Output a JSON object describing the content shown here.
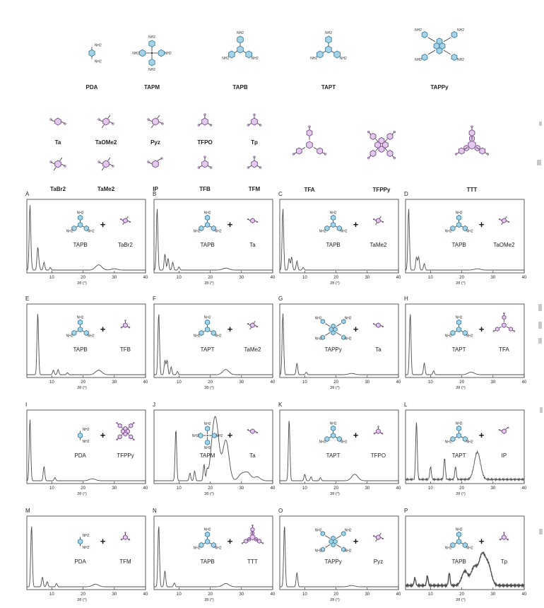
{
  "amines": [
    {
      "name": "PDA",
      "arms": 1
    },
    {
      "name": "TAPM",
      "arms": 4
    },
    {
      "name": "TAPB",
      "arms": 3
    },
    {
      "name": "TAPT",
      "arms": 3
    },
    {
      "name": "TAPPy",
      "arms": 4
    }
  ],
  "amine_group": "NH2",
  "aldehydes_row1": [
    "Ta",
    "TaOMe2",
    "Pyz",
    "TFPO",
    "Tp"
  ],
  "aldehydes_row2": [
    "TaBr2",
    "TaMe2",
    "IP",
    "TFB",
    "TFM"
  ],
  "aldehydes_large": [
    "TFA",
    "TFPPy",
    "TTT"
  ],
  "colors": {
    "ring_fill": "#a6d4e6",
    "ring_stroke": "#3b7fa0",
    "aldehyde_fill": "#e3c9ec",
    "aldehyde_stroke": "#7a4a8c",
    "trace": "#4d4d4d",
    "axis": "#333333"
  },
  "axis": {
    "xlabel": "2θ (°)",
    "ticks": [
      "10",
      "20",
      "30",
      "40"
    ],
    "xlim": [
      2,
      40
    ]
  },
  "plus_sign": "+",
  "panels": [
    {
      "letter": "A",
      "amine": "TAPB",
      "aldehyde": "TaBr2"
    },
    {
      "letter": "B",
      "amine": "TAPB",
      "aldehyde": "Ta"
    },
    {
      "letter": "C",
      "amine": "TAPB",
      "aldehyde": "TaMe2"
    },
    {
      "letter": "D",
      "amine": "TAPB",
      "aldehyde": "TaOMe2"
    },
    {
      "letter": "E",
      "amine": "TAPB",
      "aldehyde": "TFB"
    },
    {
      "letter": "F",
      "amine": "TAPT",
      "aldehyde": "TaMe2"
    },
    {
      "letter": "G",
      "amine": "TAPPy",
      "aldehyde": "Ta"
    },
    {
      "letter": "H",
      "amine": "TAPT",
      "aldehyde": "TFA"
    },
    {
      "letter": "I",
      "amine": "PDA",
      "aldehyde": "TFPPy"
    },
    {
      "letter": "J",
      "amine": "TAPM",
      "aldehyde": "Ta"
    },
    {
      "letter": "K",
      "amine": "TAPT",
      "aldehyde": "TFPO"
    },
    {
      "letter": "L",
      "amine": "TAPT",
      "aldehyde": "IP"
    },
    {
      "letter": "M",
      "amine": "PDA",
      "aldehyde": "TFM"
    },
    {
      "letter": "N",
      "amine": "TAPB",
      "aldehyde": "TTT"
    },
    {
      "letter": "O",
      "amine": "TAPPy",
      "aldehyde": "Pyz"
    },
    {
      "letter": "P",
      "amine": "TAPB",
      "aldehyde": "Tp"
    }
  ],
  "chart_data": [
    {
      "panel": "A",
      "type": "line",
      "x": [
        3.0,
        3.5,
        5.5,
        6.0,
        7.5,
        9.5,
        25.0,
        30.0
      ],
      "y": [
        1.0,
        0.05,
        0.35,
        0.05,
        0.12,
        0.04,
        0.08,
        0.02
      ],
      "xlim": [
        2,
        40
      ],
      "xlabel": "2θ (°)"
    },
    {
      "panel": "B",
      "type": "line",
      "x": [
        3.0,
        5.5,
        6.5,
        8.0,
        10.0,
        25.0
      ],
      "y": [
        0.95,
        0.25,
        0.18,
        0.12,
        0.05,
        0.03
      ],
      "xlim": [
        2,
        40
      ],
      "xlabel": "2θ (°)"
    },
    {
      "panel": "C",
      "type": "line",
      "x": [
        3.0,
        5.0,
        5.8,
        7.5,
        9.5
      ],
      "y": [
        0.95,
        0.18,
        0.2,
        0.14,
        0.04
      ],
      "xlim": [
        2,
        40
      ],
      "xlabel": "2θ (°)"
    },
    {
      "panel": "D",
      "type": "line",
      "x": [
        3.0,
        5.5,
        6.2,
        8.0,
        25.0
      ],
      "y": [
        0.95,
        0.2,
        0.2,
        0.1,
        0.02
      ],
      "xlim": [
        2,
        40
      ],
      "xlabel": "2θ (°)"
    },
    {
      "panel": "E",
      "type": "line",
      "x": [
        5.5,
        10.5,
        12.0,
        15.0,
        25.0
      ],
      "y": [
        0.95,
        0.07,
        0.08,
        0.03,
        0.07
      ],
      "xlim": [
        2,
        40
      ],
      "xlabel": "2θ (°)"
    },
    {
      "panel": "F",
      "type": "line",
      "x": [
        3.5,
        5.5,
        6.2,
        7.5,
        9.5,
        25.0
      ],
      "y": [
        0.95,
        0.22,
        0.22,
        0.12,
        0.05,
        0.08
      ],
      "xlim": [
        2,
        40
      ],
      "xlabel": "2θ (°)"
    },
    {
      "panel": "G",
      "type": "line",
      "x": [
        3.0,
        7.5,
        10.5,
        25.0
      ],
      "y": [
        0.95,
        0.18,
        0.04,
        0.02
      ],
      "xlim": [
        2,
        40
      ],
      "xlabel": "2θ (°)"
    },
    {
      "panel": "H",
      "type": "line",
      "x": [
        3.5,
        8.0,
        11.0,
        23.0
      ],
      "y": [
        0.95,
        0.18,
        0.06,
        0.04
      ],
      "xlim": [
        2,
        40
      ],
      "xlabel": "2θ (°)"
    },
    {
      "panel": "I",
      "type": "line",
      "x": [
        3.0,
        7.5,
        11.0,
        23.0
      ],
      "y": [
        0.95,
        0.22,
        0.05,
        0.03
      ],
      "xlim": [
        2,
        40
      ],
      "xlabel": "2θ (°)"
    },
    {
      "panel": "J",
      "type": "line",
      "x": [
        9.0,
        13.5,
        15.0,
        18.0,
        19.0,
        21.0,
        22.0,
        25.0,
        30.0,
        32.0,
        35.0
      ],
      "y": [
        0.8,
        0.12,
        0.15,
        0.25,
        0.12,
        0.5,
        0.62,
        0.62,
        0.1,
        0.12,
        0.06
      ],
      "xlim": [
        2,
        40
      ],
      "xlabel": "2θ (°)"
    },
    {
      "panel": "K",
      "type": "line",
      "x": [
        5.0,
        10.0,
        12.0,
        15.0,
        26.0
      ],
      "y": [
        0.95,
        0.1,
        0.06,
        0.05,
        0.1
      ],
      "xlim": [
        2,
        40
      ],
      "xlabel": "2θ (°)"
    },
    {
      "panel": "L",
      "type": "line",
      "x": [
        5.5,
        10.0,
        14.5,
        18.0,
        25.0
      ],
      "y": [
        0.9,
        0.2,
        0.33,
        0.2,
        0.42
      ],
      "xlim": [
        2,
        40
      ],
      "xlabel": "2θ (°)"
    },
    {
      "panel": "M",
      "type": "line",
      "x": [
        3.5,
        7.0,
        8.5,
        11.5,
        24.0
      ],
      "y": [
        0.95,
        0.15,
        0.08,
        0.05,
        0.04
      ],
      "xlim": [
        2,
        40
      ],
      "xlabel": "2θ (°)"
    },
    {
      "panel": "N",
      "type": "line",
      "x": [
        3.5,
        5.5,
        8.5,
        25.0
      ],
      "y": [
        0.95,
        0.25,
        0.06,
        0.05
      ],
      "xlim": [
        2,
        40
      ],
      "xlabel": "2θ (°)"
    },
    {
      "panel": "O",
      "type": "line",
      "x": [
        3.5,
        7.5,
        25.0
      ],
      "y": [
        0.95,
        0.22,
        0.02
      ],
      "xlim": [
        2,
        40
      ],
      "xlabel": "2θ (°)"
    },
    {
      "panel": "P",
      "type": "line",
      "x": [
        5.0,
        9.0,
        16.0,
        21.0,
        24.0,
        26.5,
        28.5
      ],
      "y": [
        0.12,
        0.15,
        0.2,
        0.22,
        0.28,
        0.45,
        0.3
      ],
      "xlim": [
        2,
        40
      ],
      "xlabel": "2θ (°)"
    }
  ]
}
